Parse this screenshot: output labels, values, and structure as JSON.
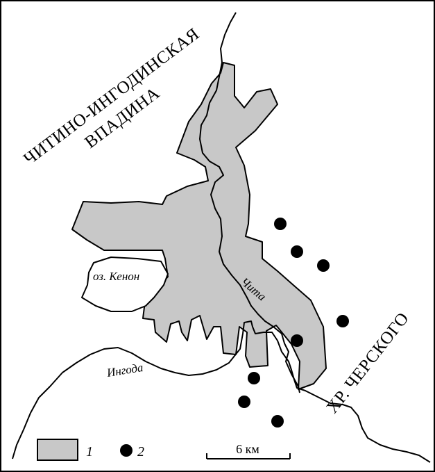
{
  "map": {
    "labels": {
      "basin_line1": "ЧИТИНО-ИНГОДИНСКАЯ",
      "basin_line2": "ВПАДИНА",
      "ridge": "ХР. ЧЕРСКОГО",
      "lake": "оз. Кенон",
      "river_chita": "Чита",
      "river_ingoda": "Ингода"
    },
    "legend": {
      "item1": "1",
      "item2": "2"
    },
    "scale_bar": {
      "label": "6 км"
    },
    "colors": {
      "city_fill": "#c8c8c8",
      "outline": "#000000",
      "background": "#ffffff"
    }
  }
}
